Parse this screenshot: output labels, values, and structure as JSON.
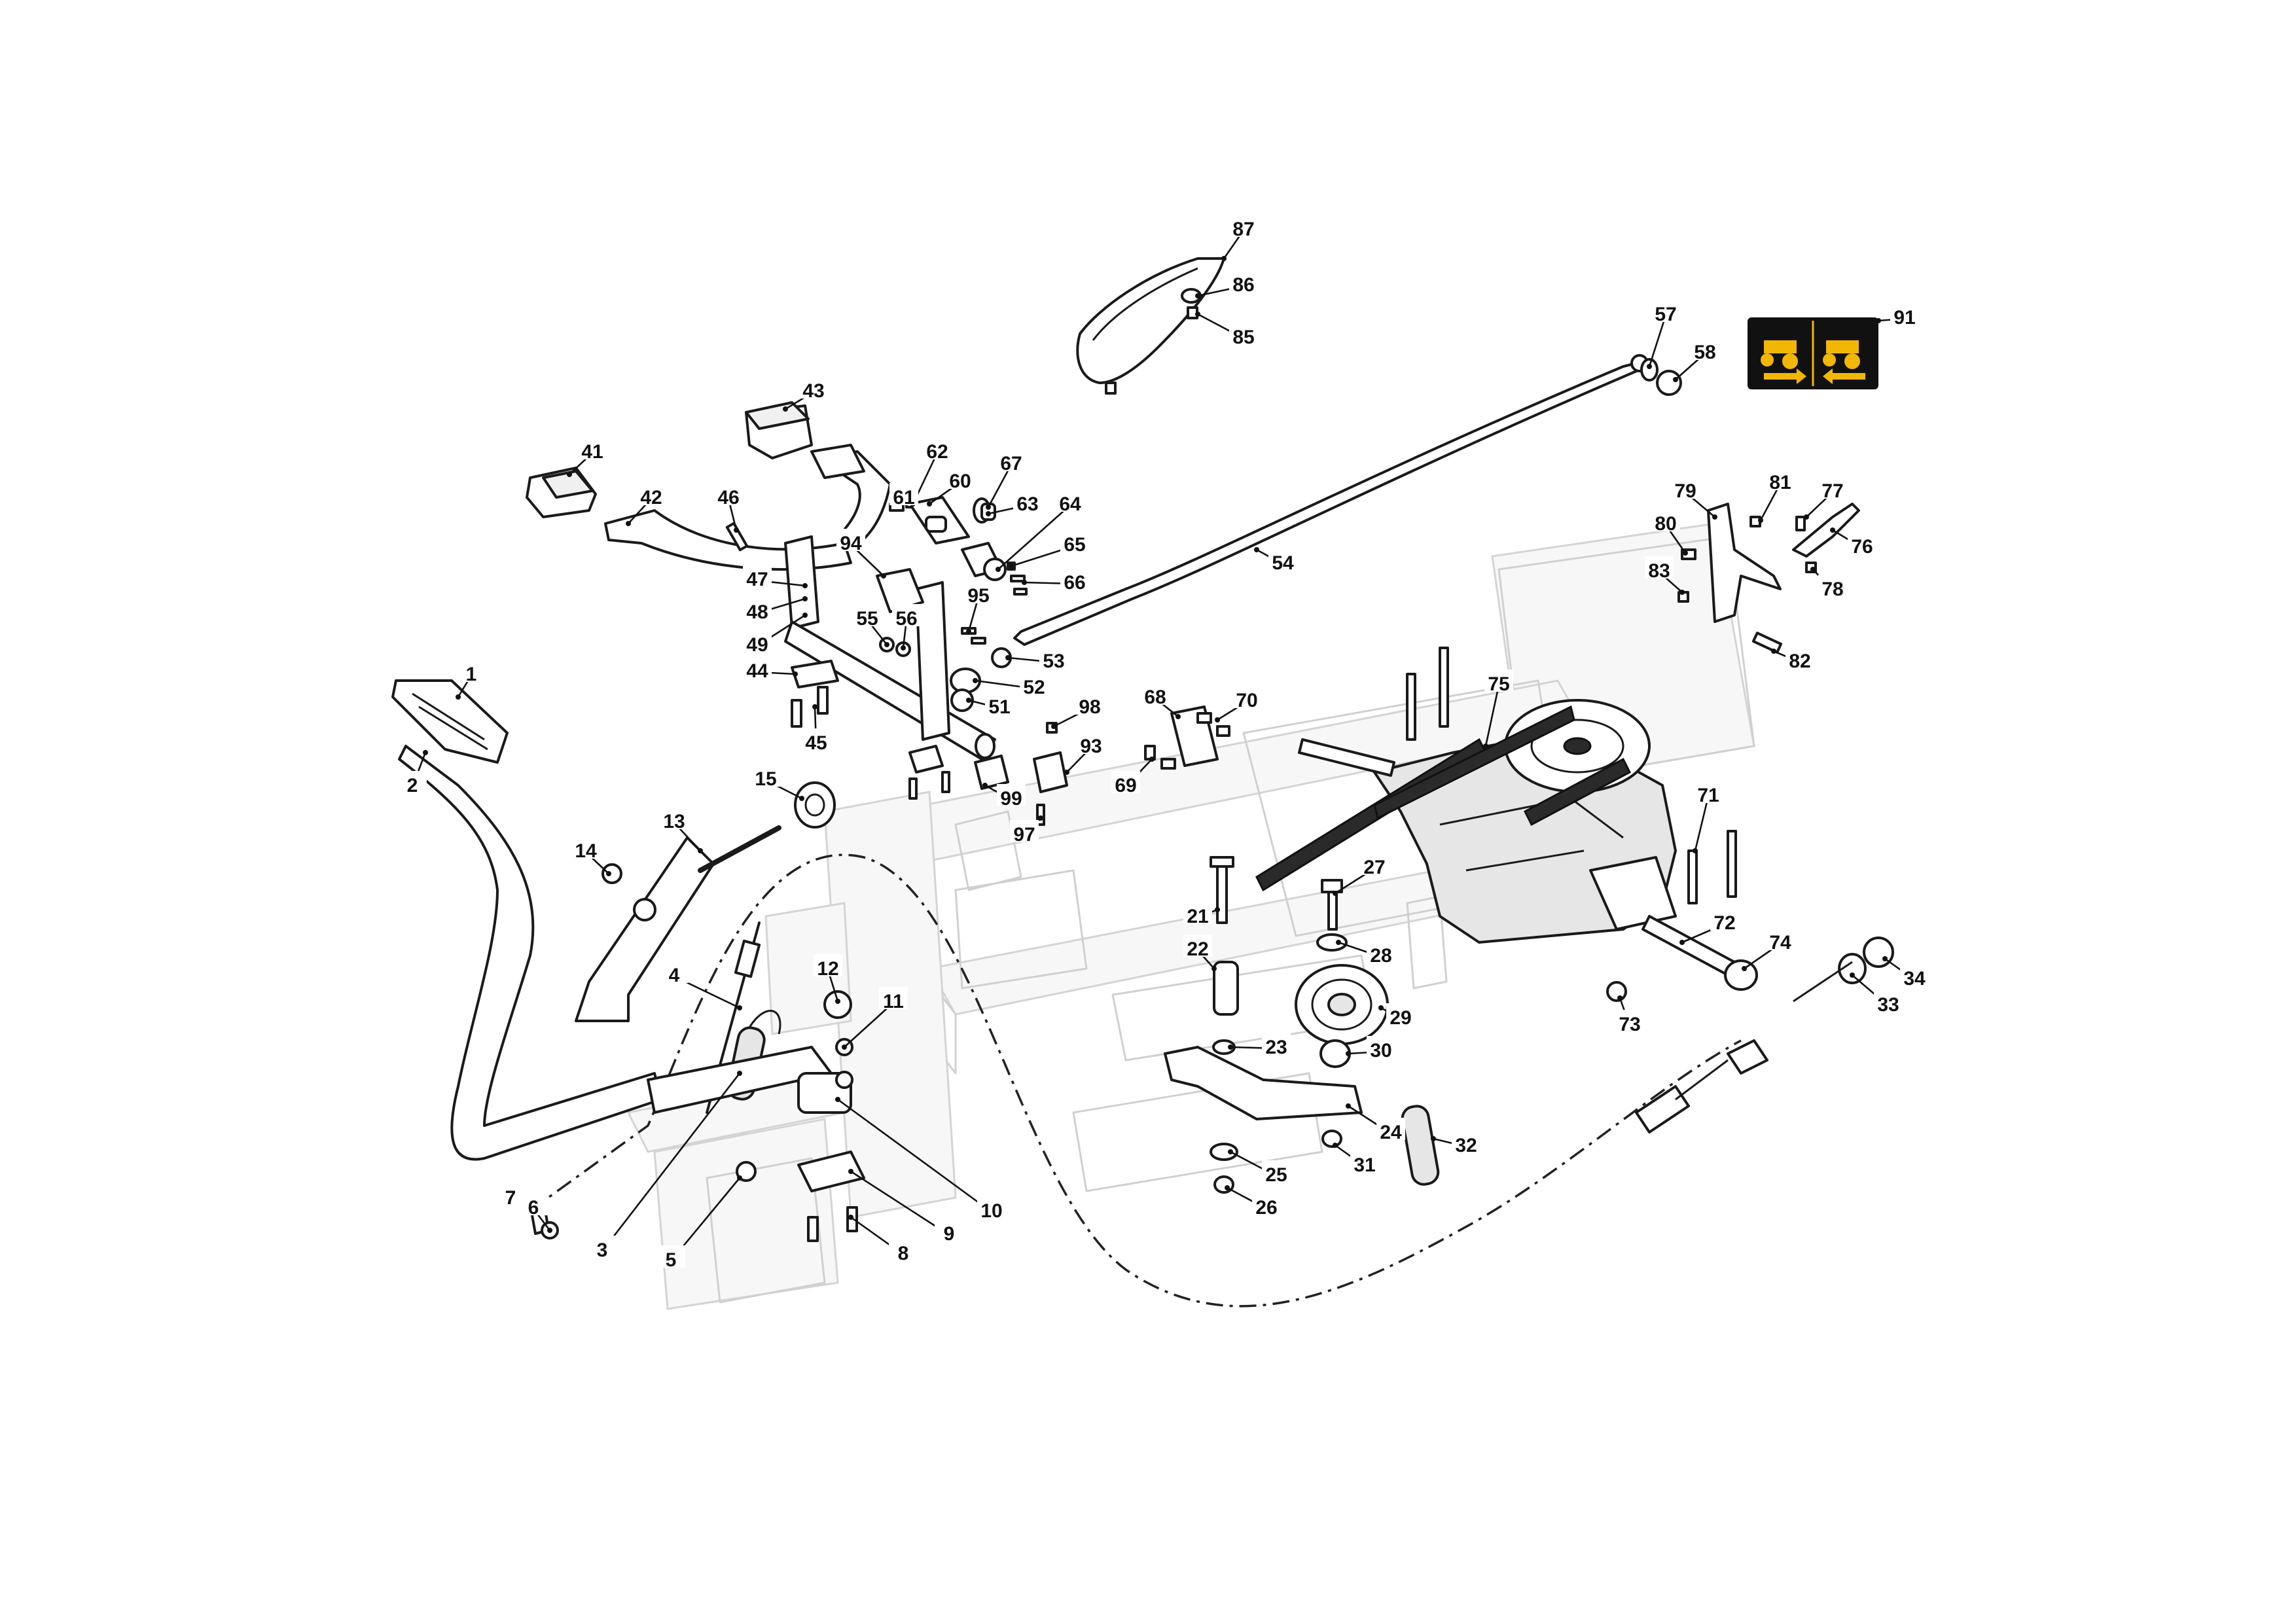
{
  "decal": {
    "background": "#111111",
    "accent": "#f2b705",
    "icons": [
      "tractor-forward-icon",
      "tractor-reverse-icon"
    ]
  },
  "callouts": [
    {
      "id": "c1",
      "label": "1"
    },
    {
      "id": "c2",
      "label": "2"
    },
    {
      "id": "c3",
      "label": "3"
    },
    {
      "id": "c4",
      "label": "4"
    },
    {
      "id": "c5",
      "label": "5"
    },
    {
      "id": "c6",
      "label": "6"
    },
    {
      "id": "c7",
      "label": "7"
    },
    {
      "id": "c8",
      "label": "8"
    },
    {
      "id": "c9",
      "label": "9"
    },
    {
      "id": "c10",
      "label": "10"
    },
    {
      "id": "c11",
      "label": "11"
    },
    {
      "id": "c12",
      "label": "12"
    },
    {
      "id": "c13",
      "label": "13"
    },
    {
      "id": "c14",
      "label": "14"
    },
    {
      "id": "c15",
      "label": "15"
    },
    {
      "id": "c21",
      "label": "21"
    },
    {
      "id": "c22",
      "label": "22"
    },
    {
      "id": "c23",
      "label": "23"
    },
    {
      "id": "c24",
      "label": "24"
    },
    {
      "id": "c25",
      "label": "25"
    },
    {
      "id": "c26",
      "label": "26"
    },
    {
      "id": "c27",
      "label": "27"
    },
    {
      "id": "c28",
      "label": "28"
    },
    {
      "id": "c29",
      "label": "29"
    },
    {
      "id": "c30",
      "label": "30"
    },
    {
      "id": "c31",
      "label": "31"
    },
    {
      "id": "c32",
      "label": "32"
    },
    {
      "id": "c33",
      "label": "33"
    },
    {
      "id": "c34",
      "label": "34"
    },
    {
      "id": "c41",
      "label": "41"
    },
    {
      "id": "c42",
      "label": "42"
    },
    {
      "id": "c43",
      "label": "43"
    },
    {
      "id": "c44",
      "label": "44"
    },
    {
      "id": "c45",
      "label": "45"
    },
    {
      "id": "c46",
      "label": "46"
    },
    {
      "id": "c47",
      "label": "47"
    },
    {
      "id": "c48",
      "label": "48"
    },
    {
      "id": "c49",
      "label": "49"
    },
    {
      "id": "c51",
      "label": "51"
    },
    {
      "id": "c52",
      "label": "52"
    },
    {
      "id": "c53",
      "label": "53"
    },
    {
      "id": "c54",
      "label": "54"
    },
    {
      "id": "c55",
      "label": "55"
    },
    {
      "id": "c56",
      "label": "56"
    },
    {
      "id": "c57",
      "label": "57"
    },
    {
      "id": "c58",
      "label": "58"
    },
    {
      "id": "c60",
      "label": "60"
    },
    {
      "id": "c61",
      "label": "61"
    },
    {
      "id": "c62",
      "label": "62"
    },
    {
      "id": "c63",
      "label": "63"
    },
    {
      "id": "c64",
      "label": "64"
    },
    {
      "id": "c65",
      "label": "65"
    },
    {
      "id": "c66",
      "label": "66"
    },
    {
      "id": "c67",
      "label": "67"
    },
    {
      "id": "c68",
      "label": "68"
    },
    {
      "id": "c69",
      "label": "69"
    },
    {
      "id": "c70",
      "label": "70"
    },
    {
      "id": "c71",
      "label": "71"
    },
    {
      "id": "c72",
      "label": "72"
    },
    {
      "id": "c73",
      "label": "73"
    },
    {
      "id": "c74",
      "label": "74"
    },
    {
      "id": "c75",
      "label": "75"
    },
    {
      "id": "c76",
      "label": "76"
    },
    {
      "id": "c77",
      "label": "77"
    },
    {
      "id": "c78",
      "label": "78"
    },
    {
      "id": "c79",
      "label": "79"
    },
    {
      "id": "c80",
      "label": "80"
    },
    {
      "id": "c81",
      "label": "81"
    },
    {
      "id": "c82",
      "label": "82"
    },
    {
      "id": "c83",
      "label": "83"
    },
    {
      "id": "c85",
      "label": "85"
    },
    {
      "id": "c86",
      "label": "86"
    },
    {
      "id": "c87",
      "label": "87"
    },
    {
      "id": "c91",
      "label": "91"
    },
    {
      "id": "c93",
      "label": "93"
    },
    {
      "id": "c94",
      "label": "94"
    },
    {
      "id": "c95",
      "label": "95"
    },
    {
      "id": "c97",
      "label": "97"
    },
    {
      "id": "c98",
      "label": "98"
    },
    {
      "id": "c99",
      "label": "99"
    }
  ]
}
